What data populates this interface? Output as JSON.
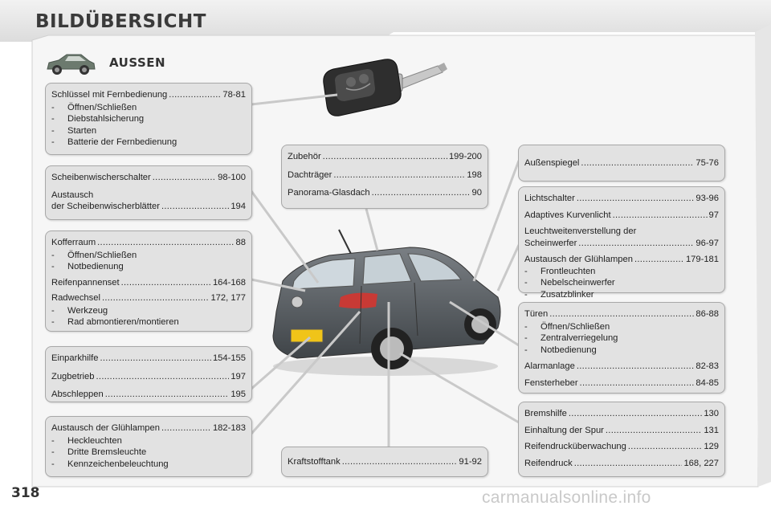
{
  "page_title": "BILDÜBERSICHT",
  "section_title": "AUSSEN",
  "page_number": "318",
  "watermark": "carmanualsonline.info",
  "boxes": {
    "key": {
      "rows": [
        {
          "label": "Schlüssel mit Fernbedienung",
          "page": "78-81"
        }
      ],
      "subs": [
        "Öffnen/Schließen",
        "Diebstahlsicherung",
        "Starten",
        "Batterie der Fernbedienung"
      ]
    },
    "wiper": {
      "row1": {
        "label": "Scheibenwischerschalter",
        "page": "98-100"
      },
      "line": "Austausch",
      "row2": {
        "label": "der Scheibenwischerblätter",
        "page": "194"
      }
    },
    "trunk": {
      "row1": {
        "label": "Kofferraum",
        "page": "88"
      },
      "subs1": [
        "Öffnen/Schließen",
        "Notbedienung"
      ],
      "row2": {
        "label": "Reifenpannenset",
        "page": "164-168"
      },
      "row3": {
        "label": "Radwechsel",
        "page": "172, 177"
      },
      "subs2": [
        "Werkzeug",
        "Rad abmontieren/montieren"
      ]
    },
    "parking": {
      "rows": [
        {
          "label": "Einparkhilfe",
          "page": "154-155"
        },
        {
          "label": "Zugbetrieb",
          "page": "197"
        },
        {
          "label": "Abschleppen",
          "page": "195"
        }
      ]
    },
    "rear_bulbs": {
      "row1": {
        "label": "Austausch der Glühlampen",
        "page": "182-183"
      },
      "subs": [
        "Heckleuchten",
        "Dritte Bremsleuchte",
        "Kennzeichenbeleuchtung"
      ]
    },
    "roof": {
      "rows": [
        {
          "label": "Zubehör",
          "page": "199-200"
        },
        {
          "label": "Dachträger",
          "page": "198"
        },
        {
          "label": "Panorama-Glasdach",
          "page": "90"
        }
      ]
    },
    "fuel": {
      "rows": [
        {
          "label": "Kraftstofftank",
          "page": "91-92"
        }
      ]
    },
    "mirror": {
      "rows": [
        {
          "label": "Außenspiegel",
          "page": "75-76"
        }
      ]
    },
    "lights": {
      "row1": {
        "label": "Lichtschalter",
        "page": "93-96"
      },
      "row2": {
        "label": "Adaptives Kurvenlicht",
        "page": "97"
      },
      "line": "Leuchtweitenverstellung der",
      "row3": {
        "label": "Scheinwerfer",
        "page": "96-97"
      },
      "row4": {
        "label": "Austausch der Glühlampen",
        "page": "179-181"
      },
      "subs": [
        "Frontleuchten",
        "Nebelscheinwerfer",
        "Zusatzblinker"
      ]
    },
    "doors": {
      "row1": {
        "label": "Türen",
        "page": "86-88"
      },
      "subs": [
        "Öffnen/Schließen",
        "Zentralverriegelung",
        "Notbedienung"
      ],
      "row2": {
        "label": "Alarmanlage",
        "page": "82-83"
      },
      "row3": {
        "label": "Fensterheber",
        "page": "84-85"
      }
    },
    "brakes": {
      "rows": [
        {
          "label": "Bremshilfe",
          "page": "130"
        },
        {
          "label": "Einhaltung der Spur",
          "page": "131"
        },
        {
          "label": "Reifendrucküberwachung",
          "page": "129"
        },
        {
          "label": "Reifendruck",
          "page": "168, 227"
        }
      ]
    }
  },
  "colors": {
    "box_bg": "#e2e2e2",
    "box_border": "#a8a8a8",
    "title": "#3a3a3a",
    "car": "#5f6468"
  }
}
